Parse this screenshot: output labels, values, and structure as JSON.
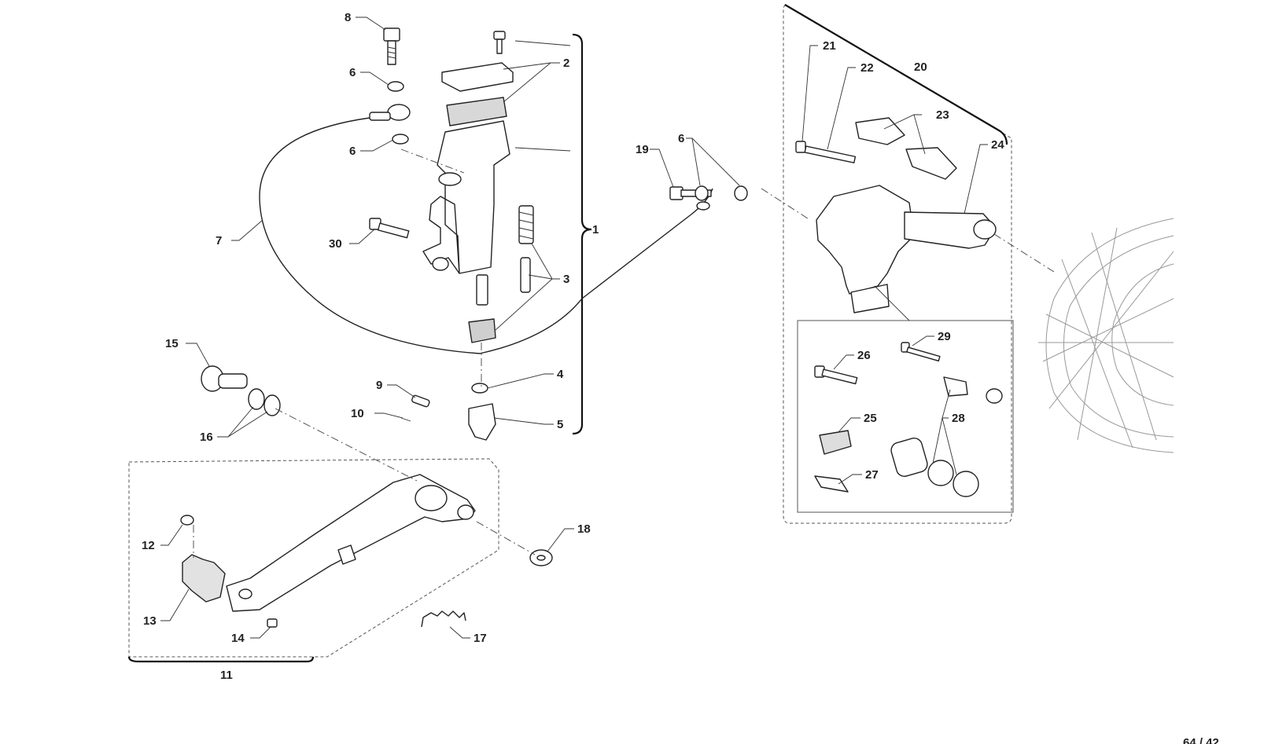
{
  "page": {
    "page_number": "64 / 42"
  },
  "callouts": {
    "c1": "1",
    "c2": "2",
    "c3": "3",
    "c4": "4",
    "c5": "5",
    "c6a": "6",
    "c6b": "6",
    "c6c": "6",
    "c7": "7",
    "c8": "8",
    "c9": "9",
    "c10": "10",
    "c11": "11",
    "c12": "12",
    "c13": "13",
    "c14": "14",
    "c15": "15",
    "c16": "16",
    "c17": "17",
    "c18": "18",
    "c19": "19",
    "c20": "20",
    "c21": "21",
    "c22": "22",
    "c23": "23",
    "c24": "24",
    "c25": "25",
    "c26": "26",
    "c27": "27",
    "c28": "28",
    "c29": "29",
    "c30": "30"
  },
  "icons": [
    "brake-master-cylinder",
    "brake-hose",
    "brake-pedal",
    "brake-caliper",
    "rear-wheel-disc"
  ]
}
